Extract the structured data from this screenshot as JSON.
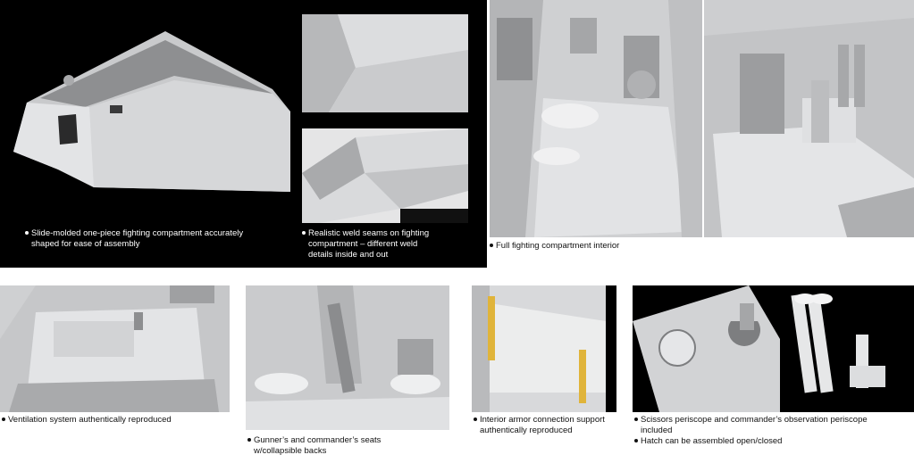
{
  "captions": {
    "fighting_compartment": [
      "Slide-molded one-piece fighting compartment accurately",
      "shaped for ease of assembly"
    ],
    "weld_seams": [
      "Realistic weld seams on fighting",
      "compartment – different weld",
      "details inside and out"
    ],
    "full_interior": [
      "Full fighting compartment interior"
    ],
    "ventilation": [
      "Ventilation system authentically reproduced"
    ],
    "seats": [
      "Gunner’s and commander’s seats",
      "w/collapsible backs"
    ],
    "armor_support": [
      "Interior armor connection support",
      "authentically reproduced"
    ],
    "periscope": [
      "Scissors periscope and commander’s observation periscope",
      "included"
    ],
    "hatch": [
      "Hatch can be assembled open/closed"
    ]
  },
  "colors": {
    "panel_background": "#000000",
    "model_gray": "#d4d5d7",
    "model_shadow": "#9a9b9e",
    "support_yellow": "#e0b43a"
  }
}
